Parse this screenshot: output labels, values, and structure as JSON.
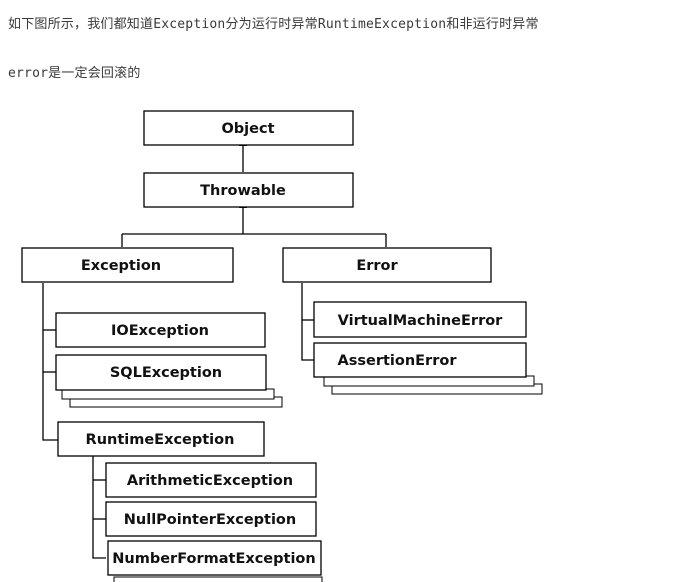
{
  "text": {
    "line1": "如下图所示，我们都知道Exception分为运行时异常RuntimeException和非运行时异常",
    "line2": "error是一定会回滚的"
  },
  "diagram": {
    "object": "Object",
    "throwable": "Throwable",
    "exception": "Exception",
    "error": "Error",
    "ioexception": "IOException",
    "sqlexception": "SQLException",
    "runtimeexception": "RuntimeException",
    "arithmeticexception": "ArithmeticException",
    "nullpointerexception": "NullPointerException",
    "numberformatexception": "NumberFormatException",
    "virtualmachineerror": "VirtualMachineError",
    "assertionerror": "AssertionError"
  }
}
